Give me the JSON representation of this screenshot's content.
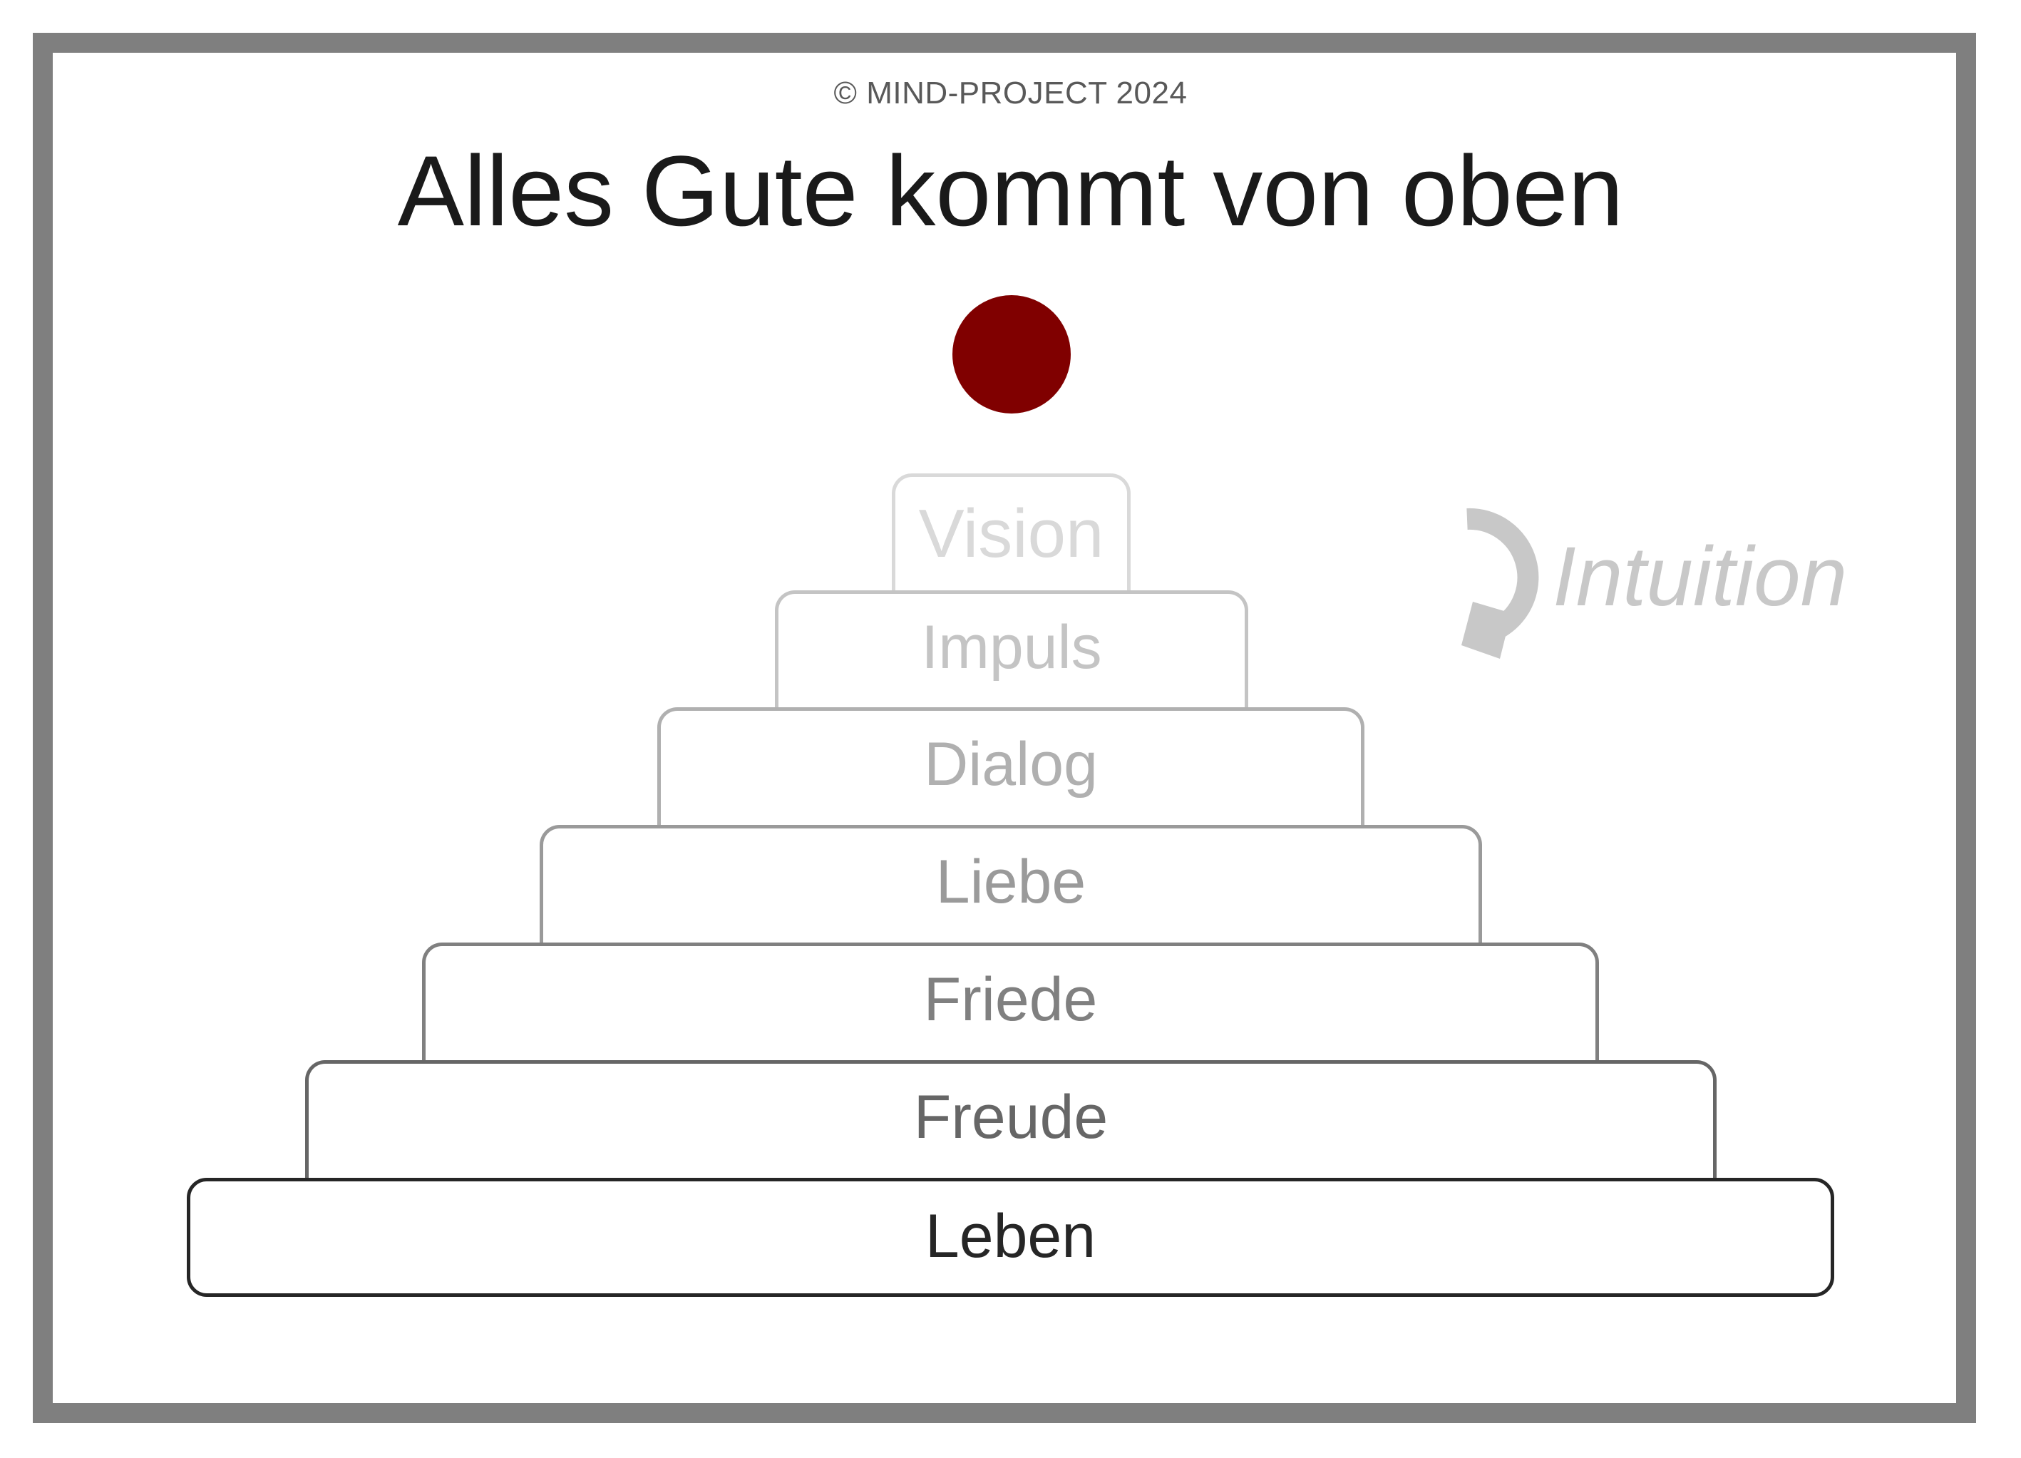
{
  "copyright": "© MIND-PROJECT 2024",
  "title": "Alles Gute kommt von oben",
  "colors": {
    "frame": "#7f7f7f",
    "dot": "#800000",
    "intuition": "#c8c8c8"
  },
  "pyramid": [
    {
      "label": "Vision",
      "color": "#d9d9d9"
    },
    {
      "label": "Impuls",
      "color": "#c4c4c4"
    },
    {
      "label": "Dialog",
      "color": "#b0b0b0"
    },
    {
      "label": "Liebe",
      "color": "#9a9a9a"
    },
    {
      "label": "Friede",
      "color": "#808080"
    },
    {
      "label": "Freude",
      "color": "#666666"
    },
    {
      "label": "Leben",
      "color": "#262626"
    }
  ],
  "intuition": {
    "label": "Intuition",
    "icon": "curved-arrow-down-icon"
  }
}
